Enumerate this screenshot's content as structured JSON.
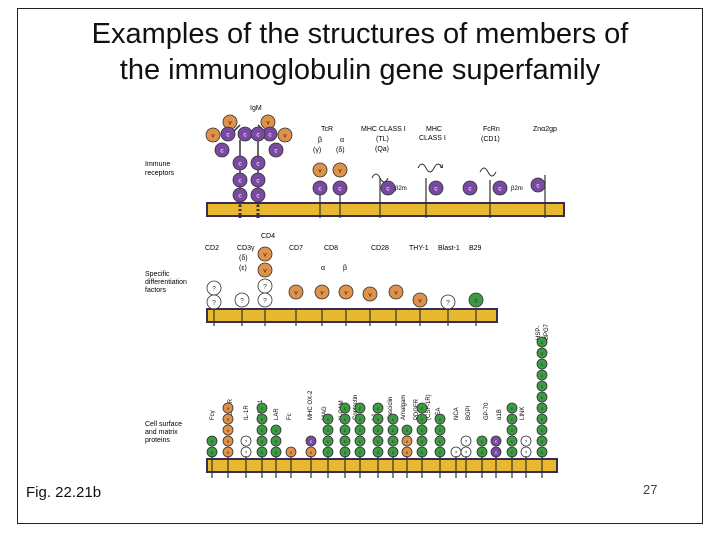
{
  "slide": {
    "title_line1": "Examples of the structures of members of",
    "title_line2": "the immunoglobulin gene superfamily",
    "figure_label": "Fig. 22.21b",
    "page_number": "27"
  },
  "colors": {
    "membrane": "#e8b92e",
    "membrane_edge": "#3a2a55",
    "v_domain": "#e0924b",
    "c_domain": "#7a4aa3",
    "green_domain": "#3f9a45",
    "white_domain": "#ffffff"
  },
  "panels": [
    {
      "row_label": [
        "Immune",
        "receptors"
      ],
      "molecules": [
        "IgM",
        "TcR",
        "MHC CLASS I",
        "MHC",
        "FcRn",
        "Znα2gp"
      ],
      "sub_labels": [
        "β",
        "α",
        "(γ)",
        "(δ)",
        "(TL)",
        "(Qa)",
        "CLASS I",
        "(CD1)",
        "α",
        "β2m"
      ]
    },
    {
      "row_label": [
        "Specific",
        "differentiation",
        "factors"
      ],
      "molecules": [
        "CD2",
        "CD3γ",
        "CD4",
        "CD7",
        "CD8",
        "CD28",
        "THY-1",
        "Blast-1",
        "B29"
      ],
      "sub_labels": [
        "(δ)",
        "(ε)",
        "α",
        "β"
      ]
    },
    {
      "row_label": [
        "Cell surface",
        "and matrix",
        "proteins"
      ],
      "molecules": [
        "Fcγ",
        "PDGFR",
        "IL-1R",
        "ICAM-1",
        "LAR",
        "Fc",
        "MHC OX-2",
        "MAG",
        "N-CAM",
        "Contactin",
        "L1",
        "Fasciclin",
        "Amalgam",
        "PDGFR",
        "(CSF-1R)",
        "CEA",
        "NCA",
        "BGPI",
        "GP-70",
        "α1B",
        "LINK",
        "HSP-",
        "BPG7"
      ]
    }
  ],
  "domain_letters": {
    "v": "v",
    "c": "c",
    "unknown": "?"
  }
}
